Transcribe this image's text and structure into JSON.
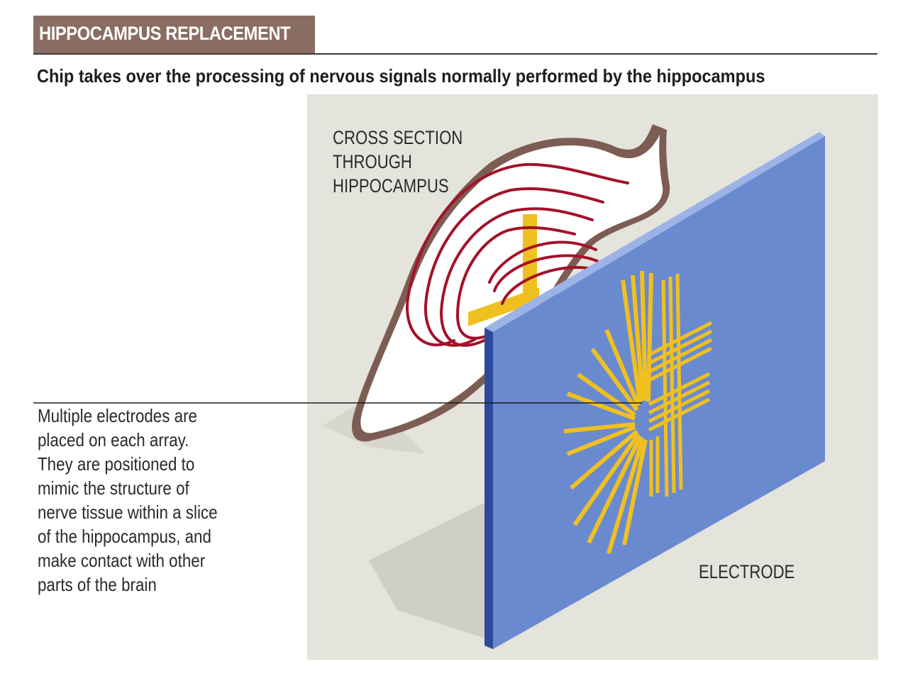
{
  "header": {
    "title": "HIPPOCAMPUS REPLACEMENT"
  },
  "subtitle": "Chip takes over the processing of nervous signals normally performed by the hippocampus",
  "labels": {
    "cross_section": "CROSS SECTION\nTHROUGH\nHIPPOCAMPUS",
    "electrode": "ELECTRODE"
  },
  "note": "Multiple electrodes are\nplaced on each array.\nThey are positioned to\nmimic the structure of\nnerve tissue within a slice\nof the hippocampus, and\nmake contact with other\nparts of the brain",
  "colors": {
    "header_bar": "#8a6d62",
    "panel_background": "#e4e3dc",
    "hippocampus_outline": "#7d5d53",
    "nerve_fibers": "#a3122a",
    "electrode_plate": "#6a8ad0",
    "electrode_edge": "#2d4a9a",
    "electrode_wires": "#f0c020"
  }
}
